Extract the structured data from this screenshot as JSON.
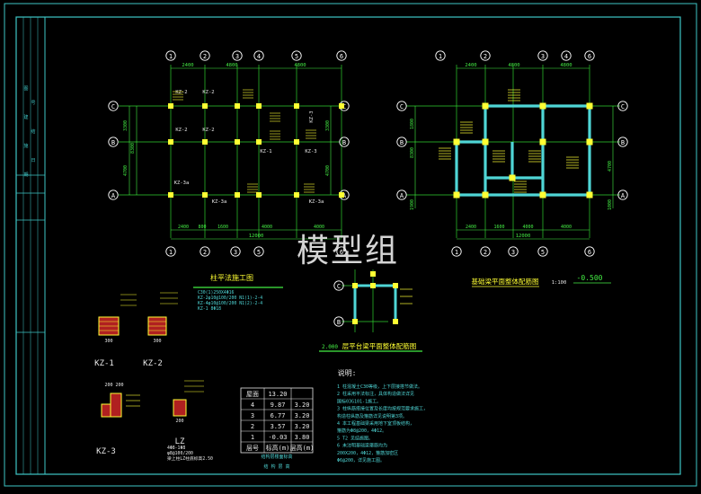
{
  "watermark": "模型组",
  "colors": {
    "frame": "#3ec6c6",
    "axis": "#ffffff",
    "grid": "#2fd02f",
    "dim": "#44ee44",
    "column": "#ffff33",
    "wall": "#4fd6d6",
    "text_red": "#ff3a3a",
    "text_yellow": "#ffff33",
    "label_white": "#e8e8e8"
  },
  "left_plan": {
    "top_axes": [
      "1",
      "2",
      "3",
      "4",
      "5",
      "6"
    ],
    "top_dims": [
      "2400",
      "4800",
      "4800"
    ],
    "bottom_dims": [
      "2400",
      "800",
      "1600",
      "4000",
      "4000"
    ],
    "overall": "12000",
    "bottom_axes": [
      "1",
      "2",
      "3",
      "5",
      "6"
    ],
    "row_axes": [
      "C",
      "B",
      "A"
    ],
    "left_dims": [
      "3300",
      "8300",
      "4700"
    ],
    "right_dims": [
      "3300",
      "4700"
    ],
    "column_labels": [
      "KZ-2",
      "KZ-2",
      "KZ-3",
      "KZ-2",
      "KZ-2",
      "KZ-1",
      "KZ-3",
      "KZ-3a",
      "KZ-3a",
      "KZ-3a"
    ]
  },
  "right_plan": {
    "top_axes": [
      "1",
      "2",
      "3",
      "4",
      "6"
    ],
    "top_dims": [
      "2400",
      "4800",
      "4800"
    ],
    "bottom_dims": [
      "2400",
      "1600",
      "4000",
      "4000"
    ],
    "overall": "12000",
    "bottom_axes": [
      "1",
      "2",
      "3",
      "5",
      "6"
    ],
    "row_axes": [
      "C",
      "B",
      "A"
    ],
    "left_dims": [
      "1800",
      "8300",
      "1900"
    ],
    "right_dims": [
      "4700",
      "1000"
    ]
  },
  "titles": {
    "column_plan": "柱平法施工图",
    "foundation_plan": "基础梁平面整体配筋图",
    "foundation_scale": "1:100",
    "foundation_level": "-0.500",
    "beam_plan_level": "2.000",
    "beam_plan": "层平台梁平面整体配筋图",
    "notes_title": "说明:",
    "table_caption_1": "结构层楼面标高",
    "table_caption_2": "结 构 层 高"
  },
  "column_notes": [
    "C30(1)250X4Φ16",
    "KZ-2φ10@100/200 N1(1)-2-4",
    "KZ-4φ10@100/200 N1(2)-2-4",
    "KZ-1 8Φ18"
  ],
  "sections": [
    "KZ-1",
    "KZ-2",
    "KZ-3",
    "LZ"
  ],
  "section_dims": {
    "kz1": "300",
    "kz2": "300",
    "kz3_top": "200 200",
    "lz": "200"
  },
  "lz_notes": [
    "4Φ8-1Φ8",
    "φ8@100/200",
    "梁上柱LZ柱底标高2.50"
  ],
  "beam_plan_axes": [
    "C",
    "B"
  ],
  "level_table": {
    "rows": [
      [
        "屋面",
        "13.20",
        ""
      ],
      [
        "4",
        "9.87",
        "3.20"
      ],
      [
        "3",
        "6.77",
        "3.20"
      ],
      [
        "2",
        "3.57",
        "3.20"
      ],
      [
        "1",
        "-0.03",
        "3.80"
      ]
    ],
    "header": [
      "层号",
      "标高(m)",
      "层高(m)"
    ]
  },
  "notes": [
    "1 柱混凝土C30等级，上下层接搭节做法。",
    "2 柱采用平法标注，具体构造做法详见",
    "  国标03G101-1施工。",
    "3 柱纵筋搭接位置及长度均按规范要求施工，",
    "  构造柱纵筋及箍筋详见说明第3项。",
    "4 本工程基础梁采用地下室顶板结构，",
    "  箍筋为Φ8@200，4Φ12。",
    "5 T2 见结施图。",
    "6 未注明基础梁箍筋均为",
    "  200X200，4Φ12，箍筋加密区",
    "  Φ6@200，详见施工图。"
  ],
  "side_strip": [
    "图",
    "号",
    "建",
    "结",
    "施",
    "日",
    "期"
  ]
}
